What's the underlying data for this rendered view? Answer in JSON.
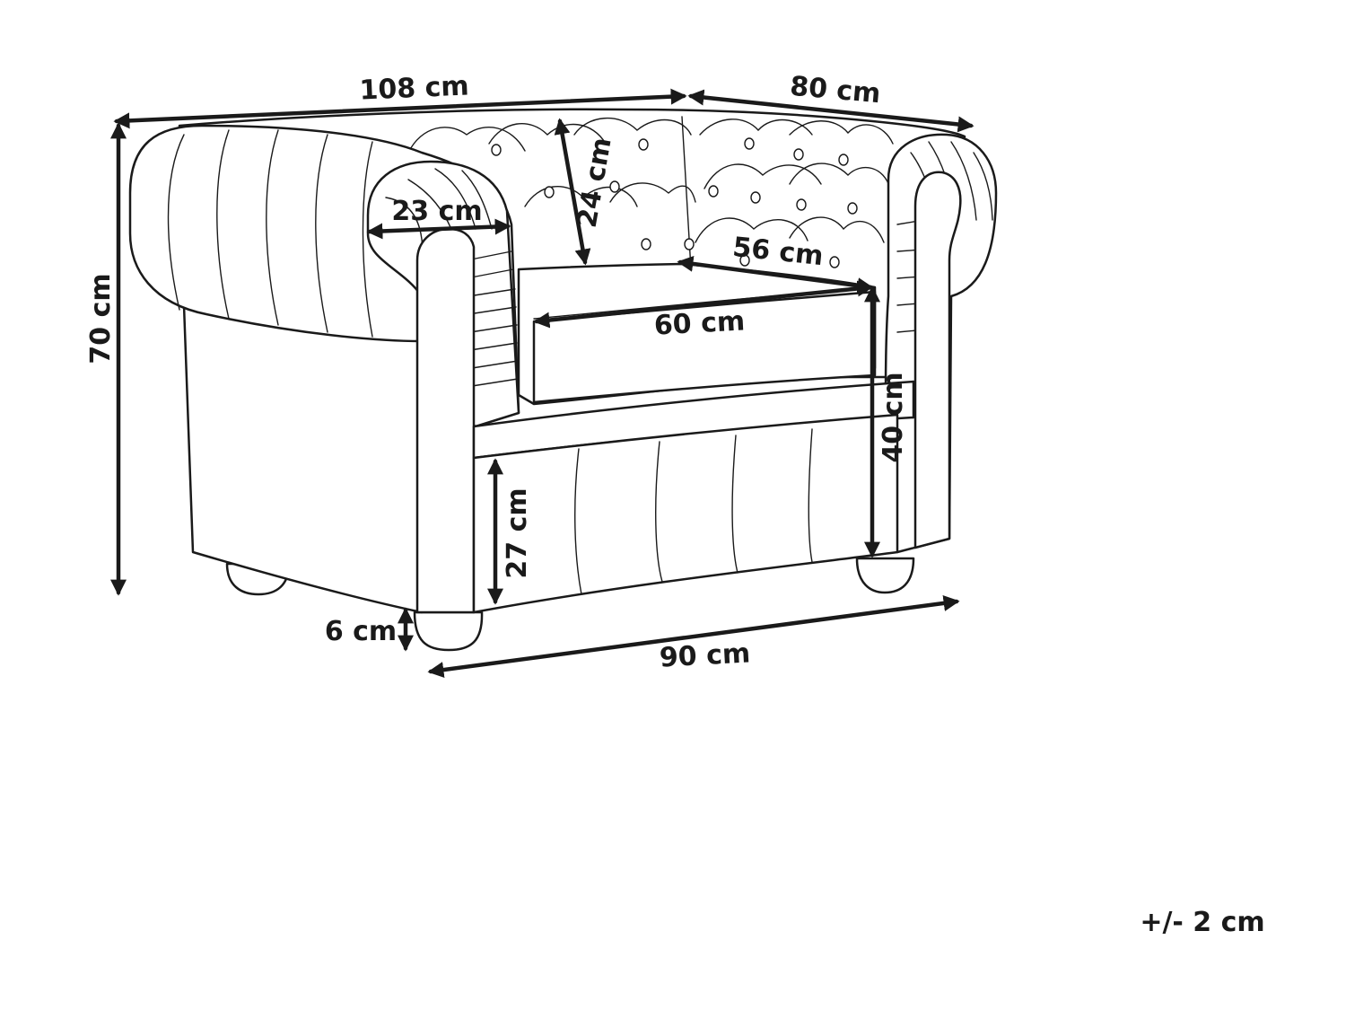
{
  "diagram": {
    "dimensions": {
      "width": "108 cm",
      "depth": "80 cm",
      "height": "70 cm",
      "arm_width": "23 cm",
      "back_height": "24 cm",
      "seat_depth": "56 cm",
      "seat_width": "60 cm",
      "seat_height": "40 cm",
      "under_seat_height": "27 cm",
      "leg_height": "6 cm",
      "inner_width": "90 cm"
    },
    "tolerance": "+/- 2 cm",
    "colors": {
      "line": "#1a1a1a",
      "background": "#ffffff"
    }
  }
}
